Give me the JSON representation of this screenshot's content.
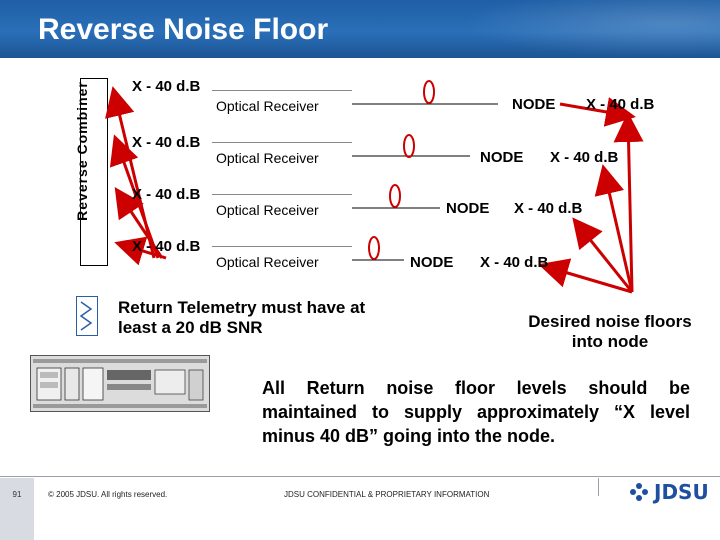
{
  "title": "Reverse Noise Floor",
  "combiner": {
    "label": "Reverse Combiner"
  },
  "levels": {
    "combiner_row1": "X - 40 d.B",
    "combiner_row2": "X - 40 d.B",
    "combiner_row3": "X - 40 d.B",
    "combiner_row4": "X - 40 d.B",
    "node_row1": "X - 40 d.B",
    "node_row2": "X - 40 d.B",
    "node_row3": "X - 40 d.B",
    "node_row4": "X - 40 d.B"
  },
  "receivers": [
    "Optical Receiver",
    "Optical Receiver",
    "Optical Receiver",
    "Optical Receiver"
  ],
  "nodes": [
    "NODE",
    "NODE",
    "NODE",
    "NODE"
  ],
  "telemetry_text": "Return Telemetry must have at least a 20 dB SNR",
  "desired_text": "Desired noise floors into node",
  "maintain_text": "All Return noise floor levels should be maintained to supply approximately “X level minus 40 dB” going into the node.",
  "footer": {
    "page_number": "91",
    "copyright": "© 2005 JDSU. All rights reserved.",
    "confidential": "JDSU CONFIDENTIAL & PROPRIETARY INFORMATION",
    "logo": "JDSU"
  },
  "colors": {
    "header": "#1f5fa6",
    "arrow": "#cc0000",
    "fiber_loop": "#cc0000",
    "telemetry_box": "#2a5fa8"
  }
}
